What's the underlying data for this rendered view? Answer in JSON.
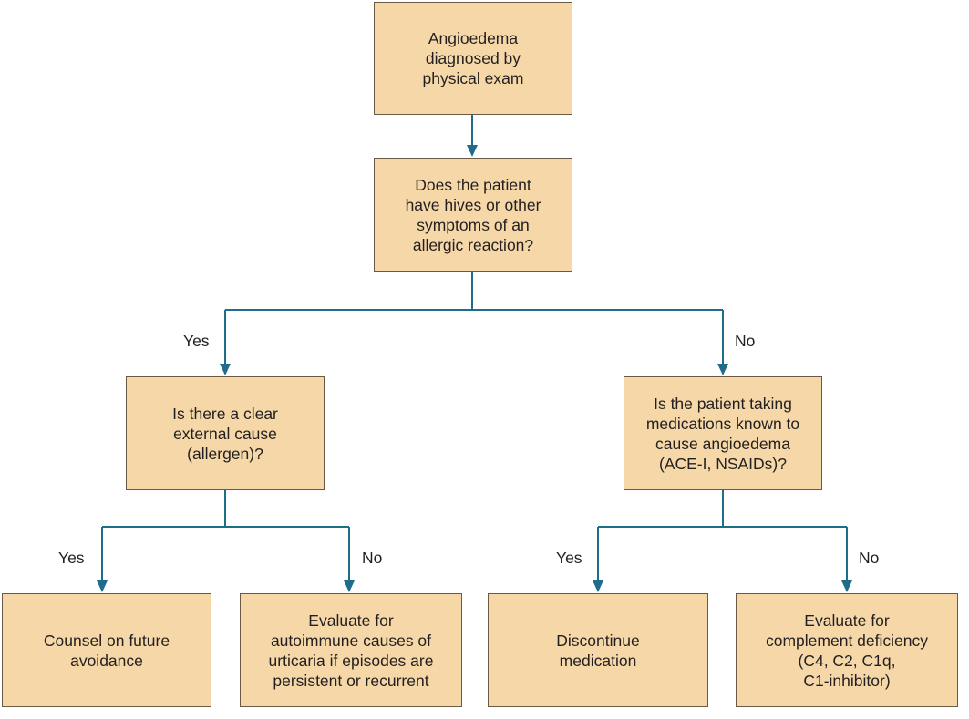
{
  "nodes": {
    "start": "Angioedema\ndiagnosed by\nphysical exam",
    "q_allergic": "Does the patient\nhave hives or other\nsymptoms of an\nallergic reaction?",
    "q_external": "Is there a clear\nexternal cause\n(allergen)?",
    "q_meds": "Is the patient taking\nmedications known to\ncause angioedema\n(ACE-I, NSAIDs)?",
    "r_counsel": "Counsel on future\navoidance",
    "r_autoimmune": "Evaluate for\nautoimmune causes of\nurticaria if episodes are\npersistent or recurrent",
    "r_discontinue": "Discontinue\nmedication",
    "r_complement": "Evaluate for\ncomplement deficiency\n(C4, C2, C1q,\nC1-inhibitor)"
  },
  "edge_labels": {
    "allergic_yes": "Yes",
    "allergic_no": "No",
    "external_yes": "Yes",
    "external_no": "No",
    "meds_yes": "Yes",
    "meds_no": "No"
  },
  "colors": {
    "box_fill": "#f6d8a8",
    "box_border": "#6a5a45",
    "connector": "#1f6d8a"
  }
}
